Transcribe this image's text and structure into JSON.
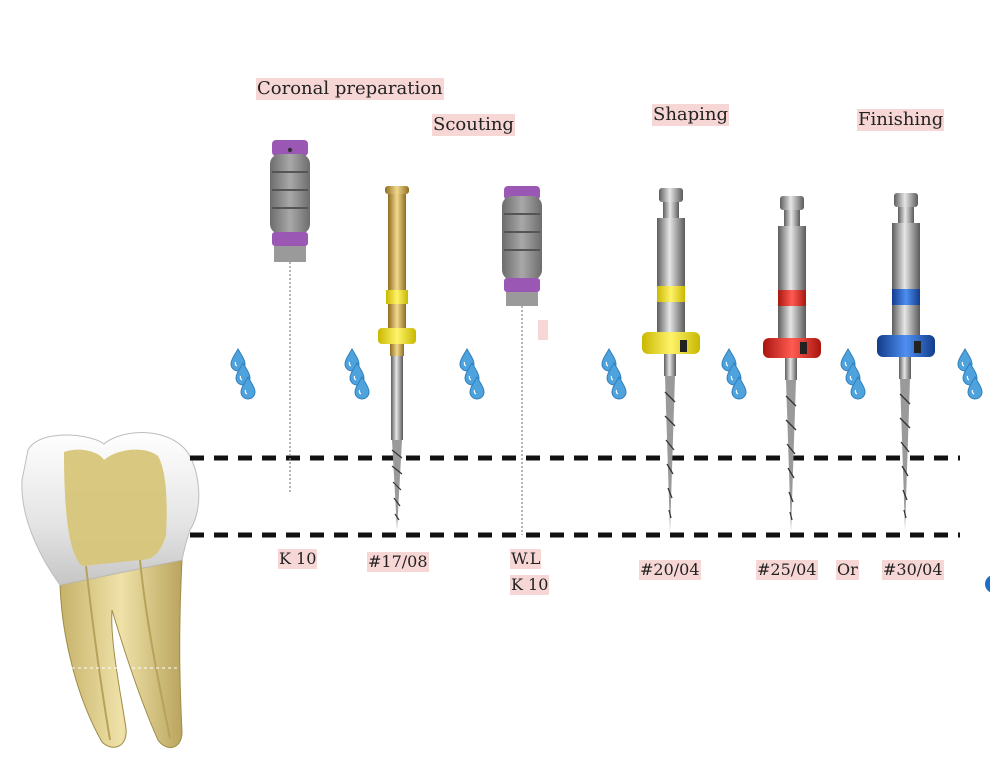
{
  "stages": {
    "coronal": "Coronal preparation",
    "scouting": "Scouting",
    "shaping": "Shaping",
    "finishing": "Finishing"
  },
  "files": {
    "k10_first": "K 10",
    "f17": "#17/08",
    "wl": "W.L",
    "k10_second": "K 10",
    "f20": "#20/04",
    "f25": "#25/04",
    "or": "Or",
    "f30": "#30/04"
  },
  "colors": {
    "label_bg": "#f7d6d6",
    "handle_gray": "#8a8a8a",
    "handle_purple": "#9a58b4",
    "gold": "#c9a44a",
    "yellow": "#f2e21a",
    "red": "#e0261f",
    "blue": "#1c5cc4",
    "drop": "#4fa3dd",
    "dentin": "#e5d79c",
    "pulp": "#d7c578"
  },
  "icons": [
    "irrigation-drop-icon"
  ]
}
